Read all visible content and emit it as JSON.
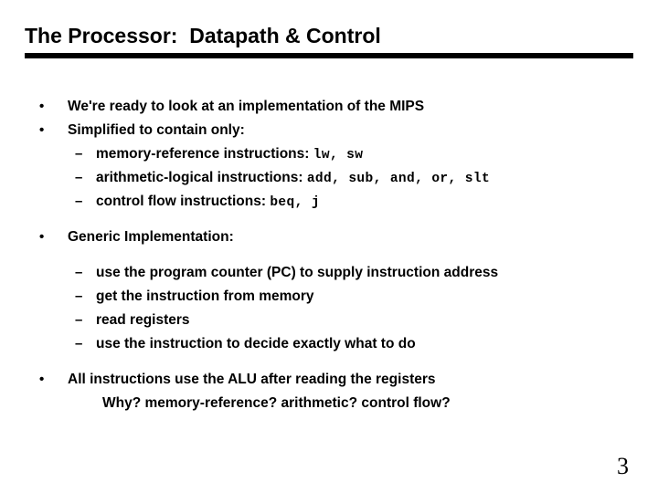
{
  "slide": {
    "title": "The Processor:  Datapath & Control",
    "page_number": "3",
    "accent_color": "#000000",
    "background_color": "#ffffff",
    "rule": {
      "name": "title-underline-rule",
      "color": "#000000"
    }
  },
  "bullets": [
    {
      "level": 1,
      "marker": "•",
      "text": "We're ready to look at an implementation of the MIPS",
      "gap_before": false
    },
    {
      "level": 1,
      "marker": "•",
      "text": "Simplified to contain only:",
      "gap_before": false
    },
    {
      "level": 2,
      "marker": "–",
      "text": "memory-reference instructions: ",
      "mono": "lw,  sw",
      "gap_before": false
    },
    {
      "level": 2,
      "marker": "–",
      "text": "arithmetic-logical instructions: ",
      "mono": "add,  sub,  and,  or,  slt",
      "gap_before": false
    },
    {
      "level": 2,
      "marker": "–",
      "text": "control flow instructions: ",
      "mono": "beq,  j",
      "gap_before": false
    },
    {
      "level": 1,
      "marker": "•",
      "text": "Generic Implementation:",
      "gap_before": true
    },
    {
      "level": 2,
      "marker": "–",
      "text": "use the program counter (PC) to supply instruction address",
      "gap_before": true
    },
    {
      "level": 2,
      "marker": "–",
      "text": "get the instruction from memory",
      "gap_before": false
    },
    {
      "level": 2,
      "marker": "–",
      "text": "read registers",
      "gap_before": false
    },
    {
      "level": 2,
      "marker": "–",
      "text": "use the instruction to decide exactly what to do",
      "gap_before": false
    },
    {
      "level": 1,
      "marker": "•",
      "text": "All instructions use the ALU after reading the registers",
      "gap_before": true
    },
    {
      "level": 0,
      "marker": "",
      "text": "Why?  memory-reference?  arithmetic? control flow?",
      "gap_before": false
    }
  ]
}
